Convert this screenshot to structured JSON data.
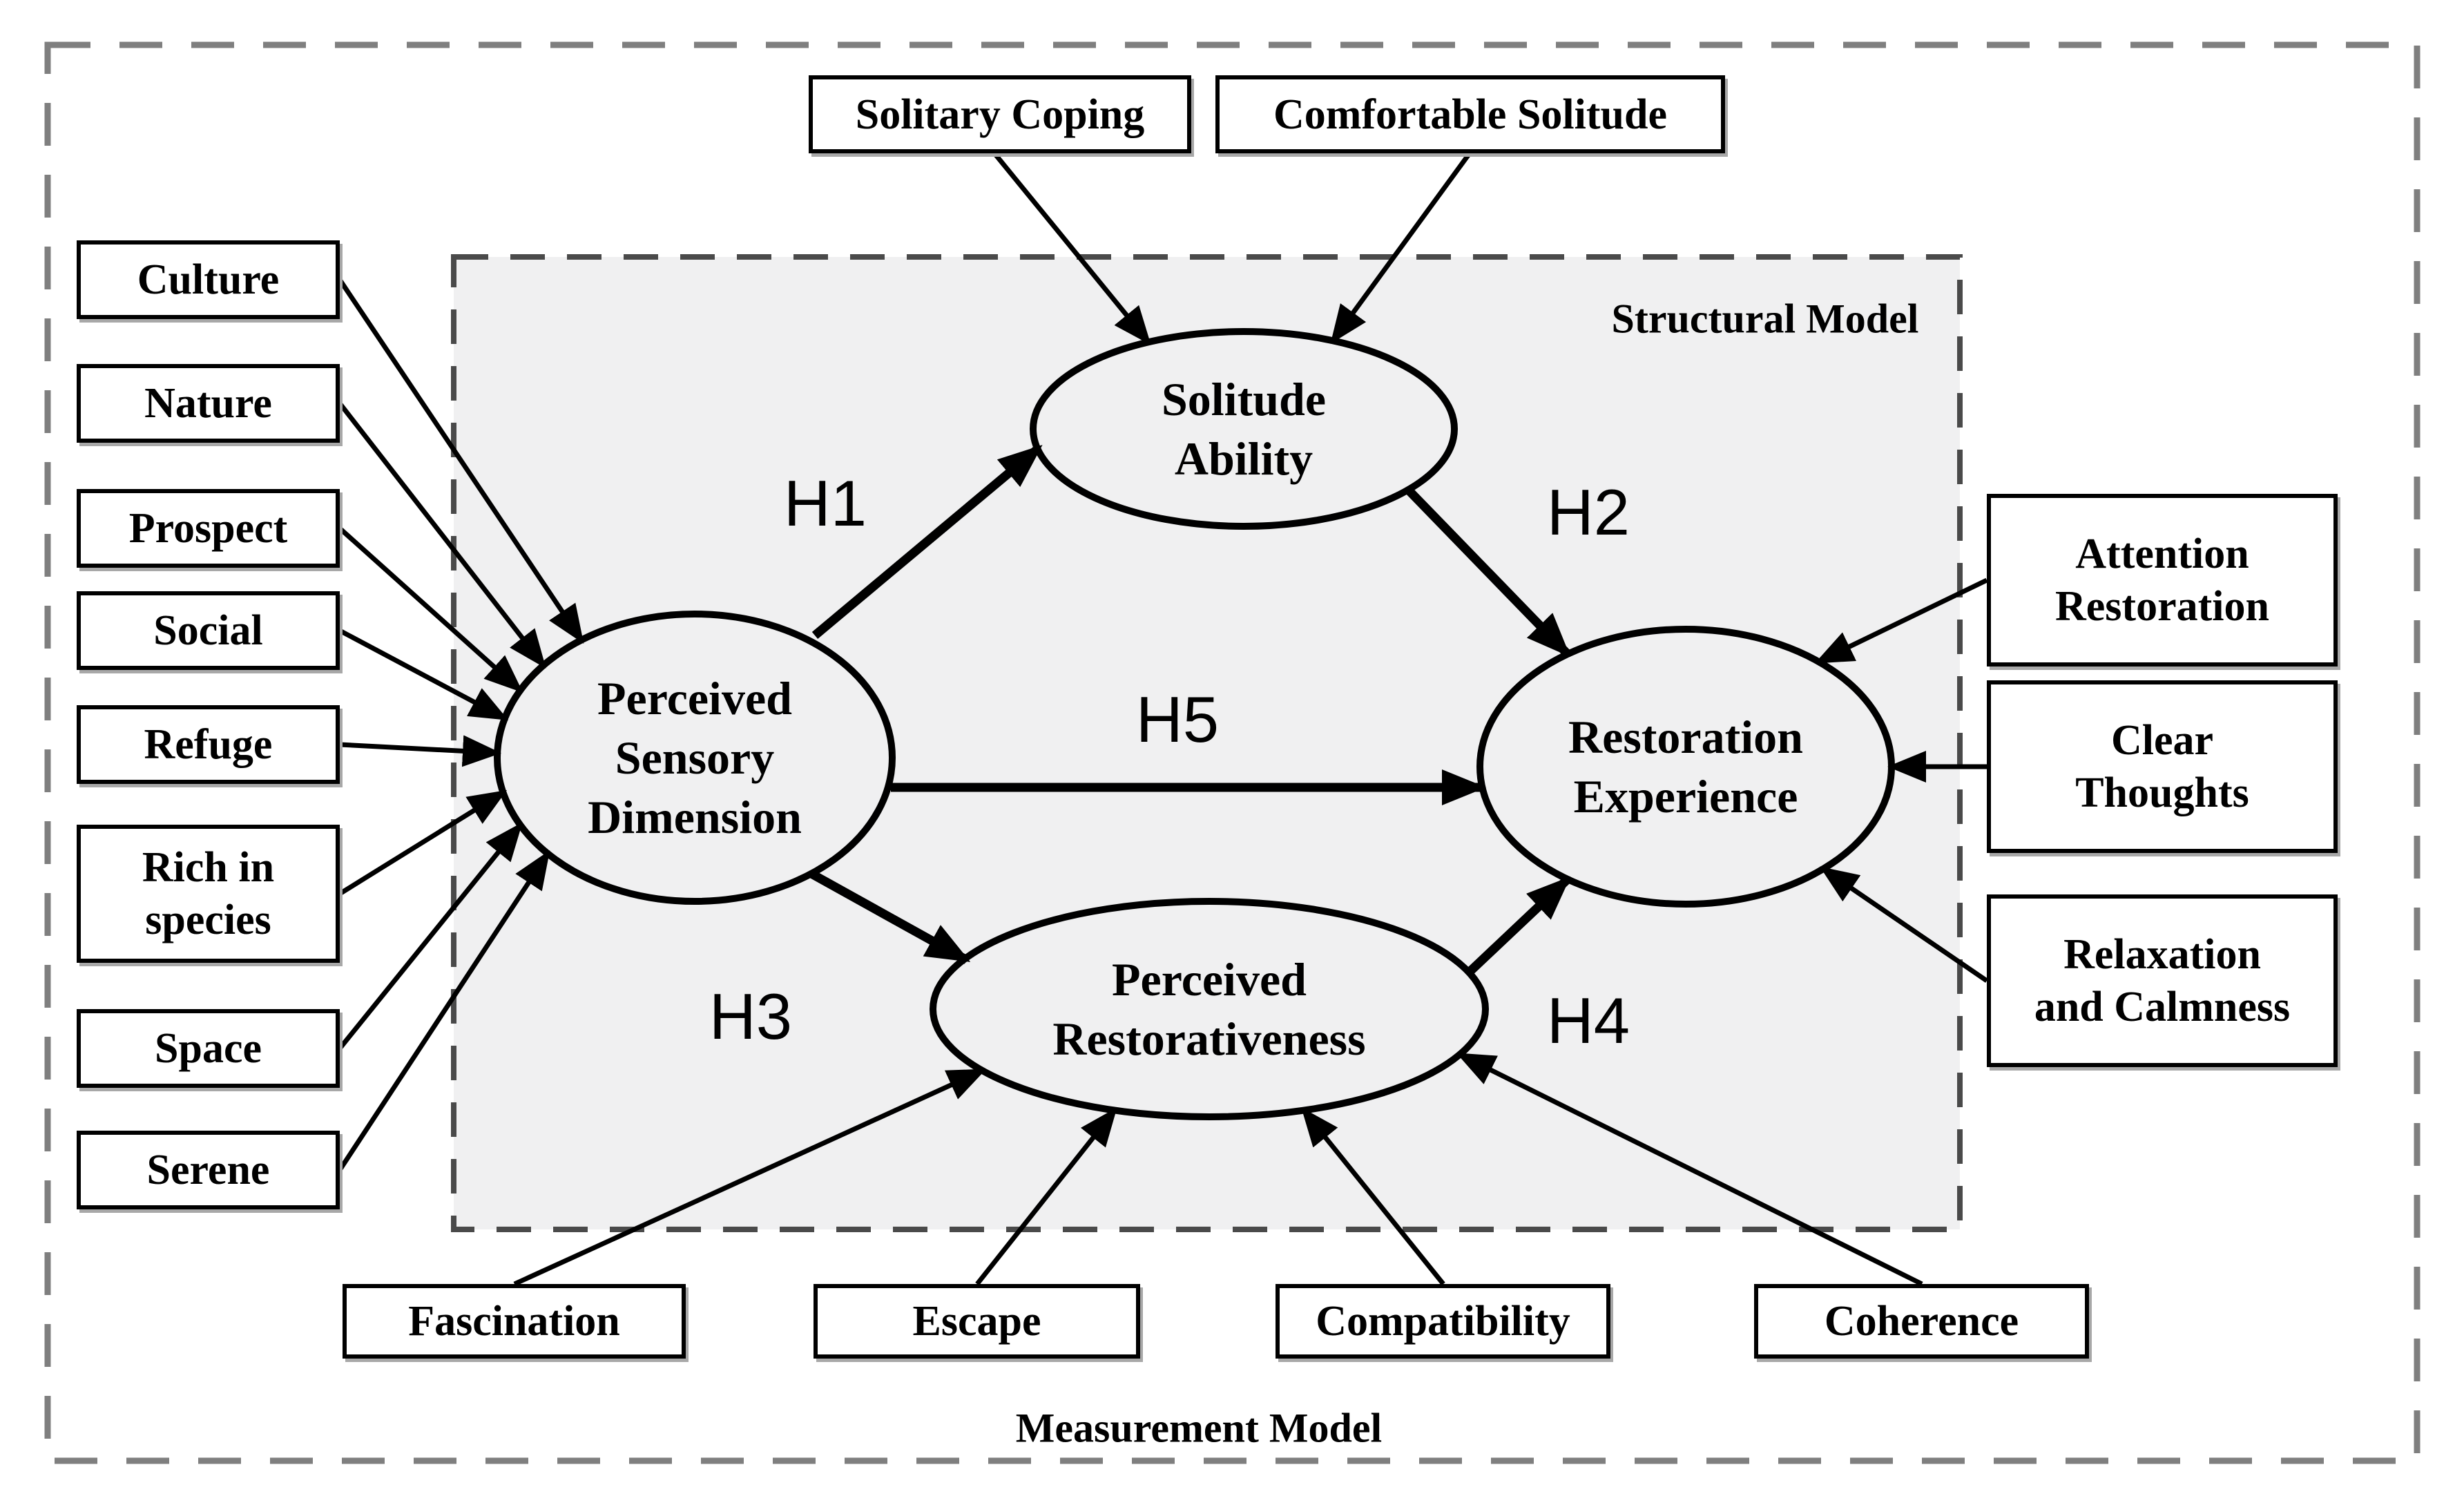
{
  "titles": {
    "structural": "Structural Model",
    "measurement": "Measurement Model"
  },
  "latent": {
    "psd": "Perceived\nSensory\nDimension",
    "solitude": "Solitude\nAbility",
    "restoration": "Restoration\nExperience",
    "restorativeness": "Perceived\nRestorativeness"
  },
  "indicators": {
    "culture": "Culture",
    "nature": "Nature",
    "prospect": "Prospect",
    "social": "Social",
    "refuge": "Refuge",
    "rich": "Rich in\nspecies",
    "space": "Space",
    "serene": "Serene",
    "solitary": "Solitary Coping",
    "comfortable": "Comfortable Solitude",
    "attention": "Attention\nRestoration",
    "clear": "Clear\nThoughts",
    "relax": "Relaxation\nand Calmness",
    "fascination": "Fascination",
    "escape": "Escape",
    "compatibility": "Compatibility",
    "coherence": "Coherence"
  },
  "hypotheses": {
    "h1": "H1",
    "h2": "H2",
    "h3": "H3",
    "h4": "H4",
    "h5": "H5"
  },
  "colors": {
    "structural_panel_fill": "#f0f0f1",
    "structural_panel_border": "#4a4a4a",
    "outer_border": "#7f7f7f",
    "line_color": "#000000",
    "box_fill": "#ffffff"
  }
}
